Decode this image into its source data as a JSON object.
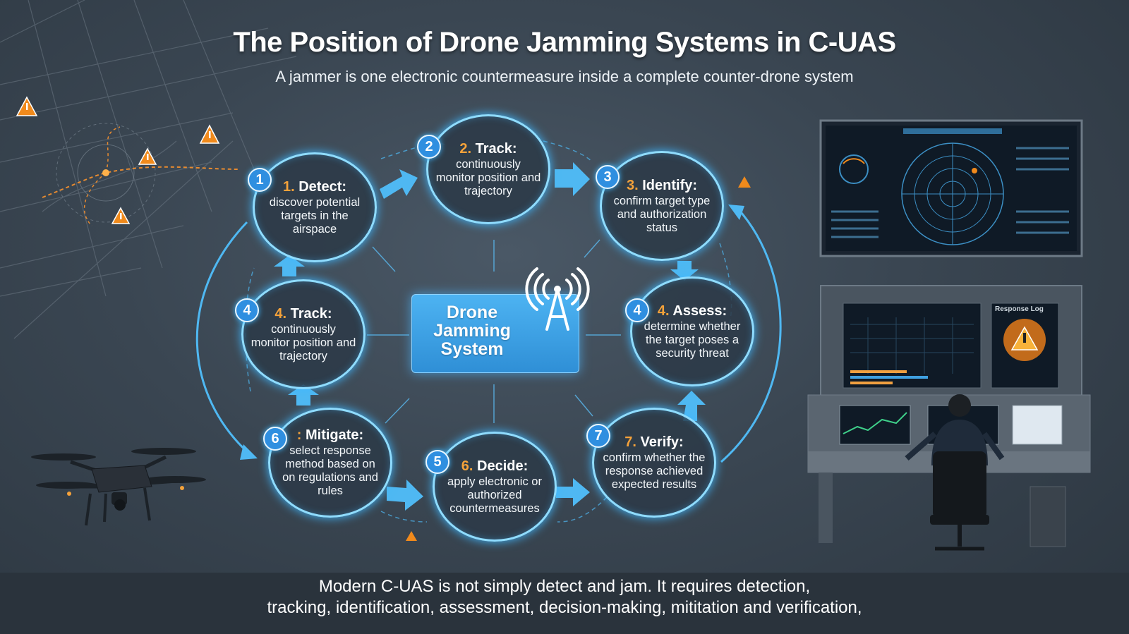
{
  "header": {
    "title": "The Position of Drone Jamming Systems in C-UAS",
    "subtitle": "A jammer is one electronic countermeasure inside a complete counter-drone system"
  },
  "center": {
    "label": "Drone\nJamming\nSystem",
    "icon": "radio-tower-icon"
  },
  "nodes": [
    {
      "badge": "1",
      "num": "1.",
      "title": "Detect:",
      "desc": "discover potential targets in the airspace"
    },
    {
      "badge": "2",
      "num": "2.",
      "title": "Track:",
      "desc": "continuously monitor position and trajectory"
    },
    {
      "badge": "3",
      "num": "3.",
      "title": "Identify:",
      "desc": "confirm target type and authorization status"
    },
    {
      "badge": "4",
      "num": "4.",
      "title": "Assess:",
      "desc": "determine whether the target poses a security threat"
    },
    {
      "badge": "7",
      "num": "7.",
      "title": "Verify:",
      "desc": "confirm whether the response achieved expected results"
    },
    {
      "badge": "5",
      "num": "6.",
      "title": "Decide:",
      "desc": "apply electronic or authorized countermeasures"
    },
    {
      "badge": "6",
      "num": ":",
      "title": "Mitigate:",
      "desc": "select response method based on on regulations and rules"
    },
    {
      "badge": "4",
      "num": "4.",
      "title": "Track:",
      "desc": "continuously monitor position and trajectory"
    }
  ],
  "monitor": {
    "panel_title": "Response Log",
    "icon": "warning-icon"
  },
  "footer": {
    "line1": "Modern C-UAS is not simply detect and jam. It requires detection,",
    "line2": "tracking, identification, assessment, decision-making, mititation and verification,"
  },
  "colors": {
    "accent": "#3fb8ff",
    "number": "#f5a23a",
    "warning": "#f08a1c"
  }
}
